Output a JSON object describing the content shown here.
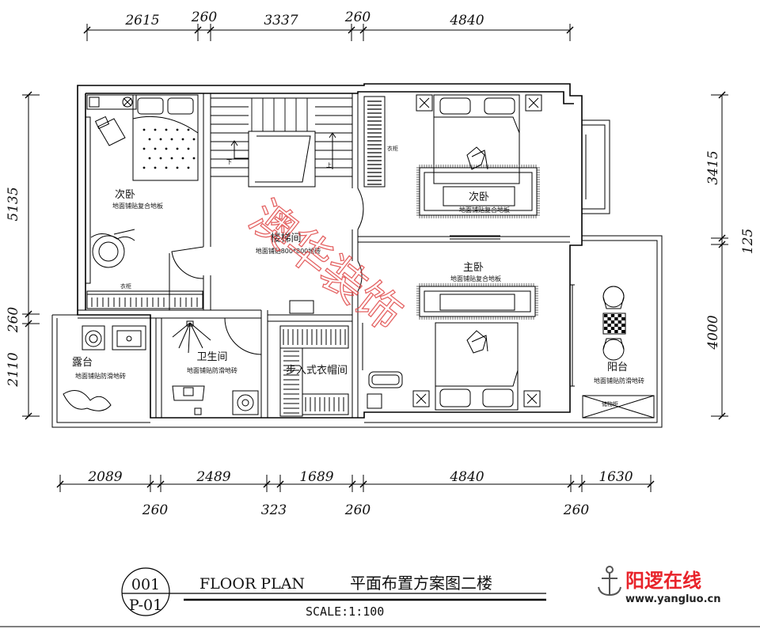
{
  "dimensions": {
    "top": [
      "2615",
      "260",
      "3337",
      "260",
      "4840"
    ],
    "bottom_upper": [
      "2089",
      "2489",
      "1689",
      "4840",
      "1630"
    ],
    "bottom_lower": [
      "260",
      "323",
      "260",
      "260"
    ],
    "left": [
      "5135",
      "260",
      "2110"
    ],
    "right": [
      "3415",
      "125",
      "4000"
    ]
  },
  "rooms": {
    "secondary_bedroom_left": {
      "name": "次卧",
      "floor": "地面铺贴复合地板"
    },
    "stairwell": {
      "name": "楼梯间",
      "floor": "地面铺贴800*800地砖"
    },
    "secondary_bedroom_right": {
      "name": "次卧",
      "floor": "地面铺贴复合地板"
    },
    "master_bedroom": {
      "name": "主卧",
      "floor": "地面铺贴复合地板"
    },
    "terrace": {
      "name": "露台",
      "floor": "地面铺贴防滑地砖"
    },
    "bathroom": {
      "name": "卫生间",
      "floor": "地面铺贴防滑地砖"
    },
    "walk_in_closet": {
      "name": "步入式衣帽间"
    },
    "balcony": {
      "name": "阳台",
      "floor": "地面铺贴防滑地砖"
    }
  },
  "labels": {
    "wardrobe_left": "衣柜",
    "wardrobe_right": "衣柜",
    "storage": "储物柜",
    "stair_down": "下",
    "stair_up": "上"
  },
  "title_block": {
    "number": "001",
    "sheet": "P-01",
    "title_en": "FLOOR PLAN",
    "title_cn": "平面布置方案图二楼",
    "scale": "SCALE:1:100"
  },
  "watermark": "澳华装饰",
  "logo": {
    "name": "阳逻在线",
    "url": "www.yangluo.cn"
  },
  "colors": {
    "watermark": "#e04848",
    "logo_red": "#e8232a",
    "lines": "#000000"
  }
}
